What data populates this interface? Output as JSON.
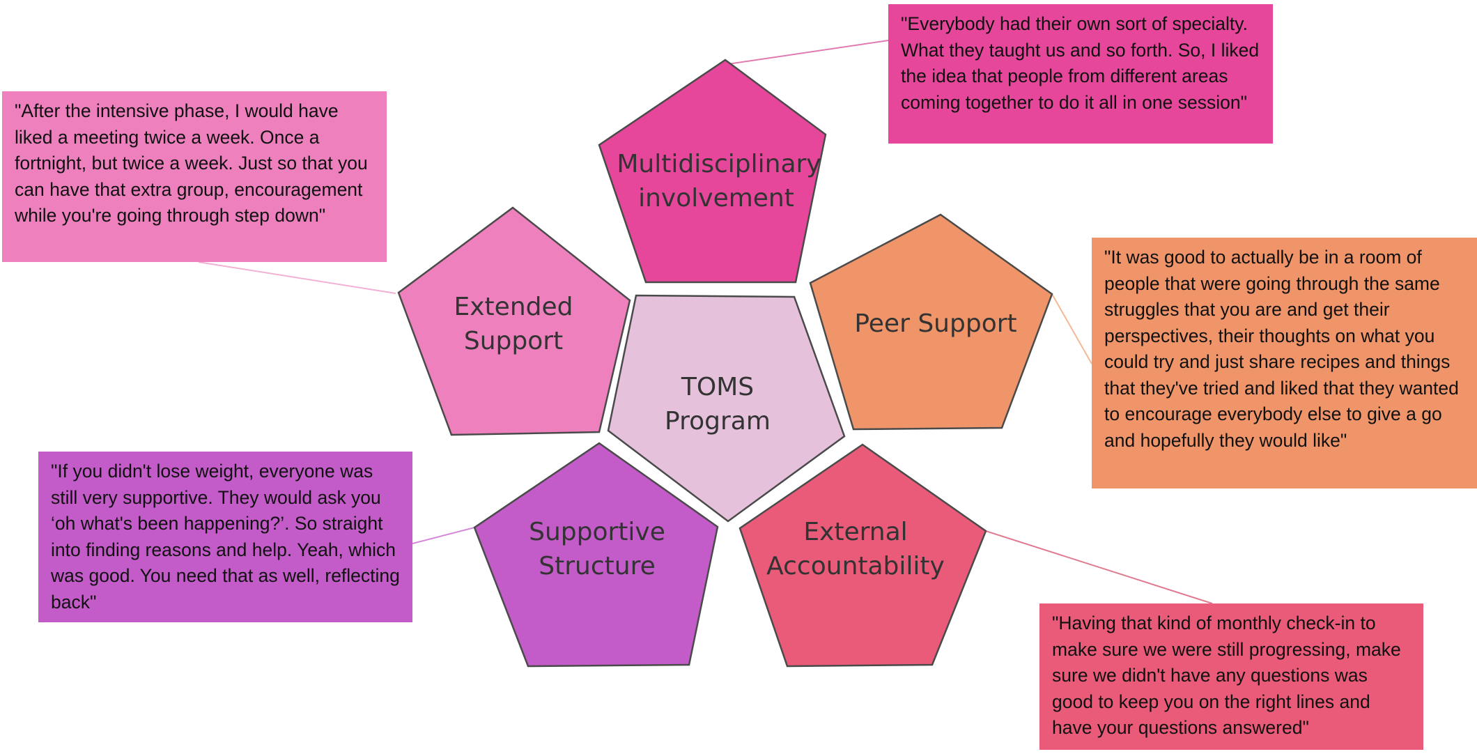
{
  "center": {
    "label_line1": "TOMS",
    "label_line2": "Program",
    "color": "#e6c1dc"
  },
  "themes": {
    "multidisciplinary": {
      "line1": "Multidisciplinary",
      "line2": "involvement",
      "color": "#e6479a"
    },
    "extended": {
      "line1": "Extended",
      "line2": "Support",
      "color": "#ee80be"
    },
    "peer": {
      "line1": "Peer Support",
      "color": "#f0956a"
    },
    "supportive": {
      "line1": "Supportive",
      "line2": "Structure",
      "color": "#c35bc9"
    },
    "external": {
      "line1": "External",
      "line2": "Accountability",
      "color": "#e95b78"
    }
  },
  "quotes": {
    "multidisciplinary": "\"Everybody had their own sort of specialty. What they taught us and so forth. So, I liked the idea that people from different areas coming together to do it all in one session\"",
    "extended": "\"After the intensive phase, I would have liked a meeting twice a week. Once a fortnight, but twice a week. Just so that you can have that extra group, encouragement while you're going through step down\"",
    "peer": "\"It was good to actually be in a room of people that were going through the same struggles that you are and get their perspectives, their thoughts on what you could try and just share recipes and things that they've tried and liked that they wanted to encourage everybody else to give a go and hopefully they would like\"",
    "supportive": "\"If you didn't lose weight, everyone was still very supportive. They would ask you ‘oh what's been happening?’. So straight into finding reasons and help. Yeah, which was good. You need that as well, reflecting back\"",
    "external": "\"Having that kind of monthly check-in to make sure we were still progressing, make sure we didn't have any questions was good to keep you on the right lines and have your questions answered\""
  }
}
